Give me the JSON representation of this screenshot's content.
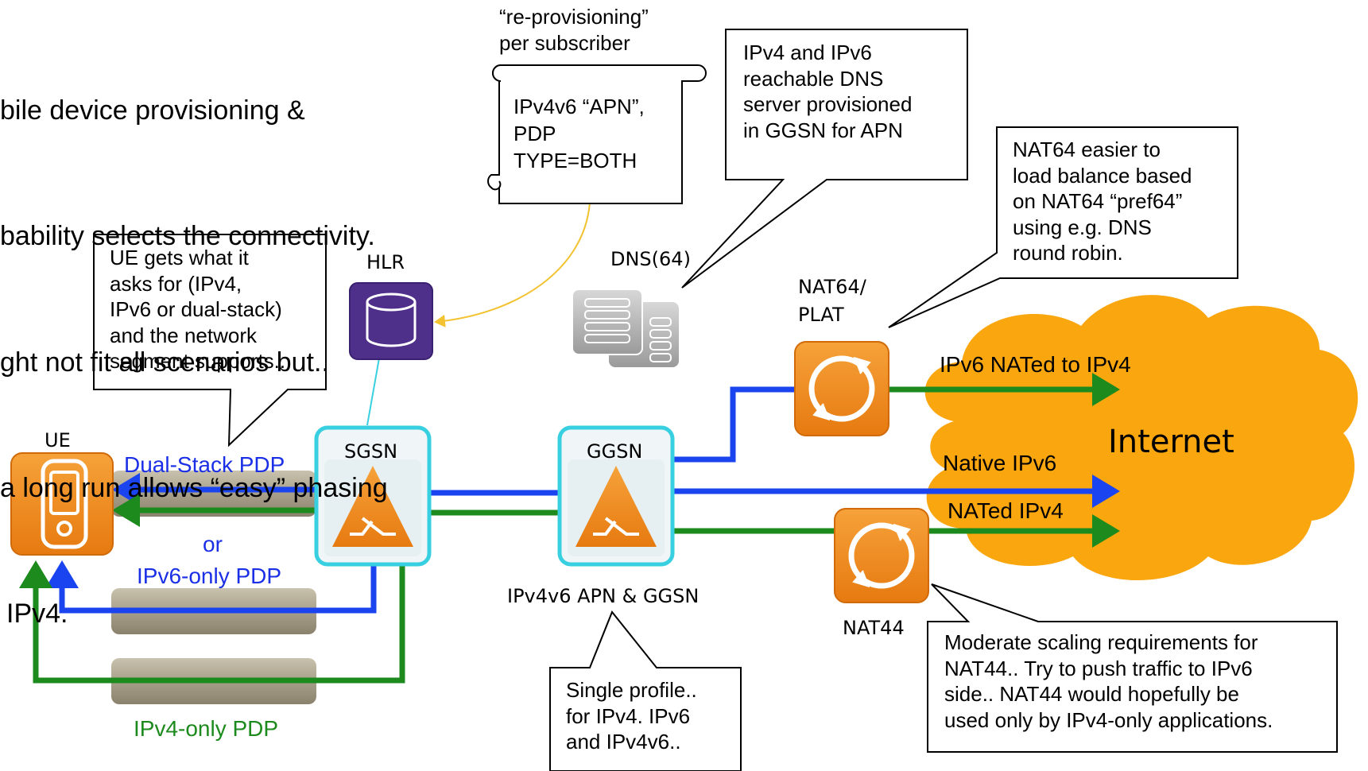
{
  "bullets": [
    "bile device provisioning &",
    "bability selects the connectivity.",
    "ght not fit all scenarios but..",
    "a long run allows “easy” phasing",
    "IPv4."
  ],
  "scroll": {
    "caption": "“re-provisioning”\nper subscriber",
    "text": "IPv4v6 “APN”,\nPDP\nTYPE=BOTH"
  },
  "callouts": {
    "dns_server": "IPv4 and IPv6\nreachable DNS\nserver provisioned\nin GGSN for APN",
    "nat64_balance": "NAT64 easier to\nload balance based\non NAT64 “pref64”\nusing e.g. DNS\nround robin.",
    "ue_gets": "UE gets what it\nasks for (IPv4,\nIPv6 or dual-stack)\nand the network\nsegment supports..",
    "single_profile": "Single profile..\nfor IPv4. IPv6\nand IPv4v6..",
    "nat44_scaling": "Moderate scaling requirements for\nNAT44.. Try to push traffic to IPv6\nside.. NAT44 would hopefully be\nused only by IPv4-only applications."
  },
  "nodes": {
    "hlr": "HLR",
    "dns64": "DNS(64)",
    "nat64": "NAT64/\nPLAT",
    "ue": "UE",
    "sgsn": "SGSN",
    "ggsn": "GGSN",
    "nat44": "NAT44",
    "apn_label": "IPv4v6 APN & GGSN",
    "internet": "Internet"
  },
  "links": {
    "dual_stack": "Dual-Stack PDP",
    "or": "or",
    "ipv6_only": "IPv6-only PDP",
    "ipv4_only": "IPv4-only PDP",
    "ipv6_nated": "IPv6 NATed to IPv4",
    "native_ipv6": "Native IPv6",
    "nated_ipv4": "NATed IPv4"
  },
  "colors": {
    "ipv6": "#1a44f0",
    "ipv4": "#1c8a1c",
    "orange": "#f28c1c",
    "cloud": "#f9a60f",
    "hlr": "#4e2f8a",
    "node_border": "#38d0e0",
    "arrow_yellow": "#f2c230"
  },
  "icons": [
    "database-icon",
    "server-stack-icon",
    "router-icon",
    "mobile-phone-icon",
    "nat-cycle-icon",
    "cloud-icon"
  ]
}
